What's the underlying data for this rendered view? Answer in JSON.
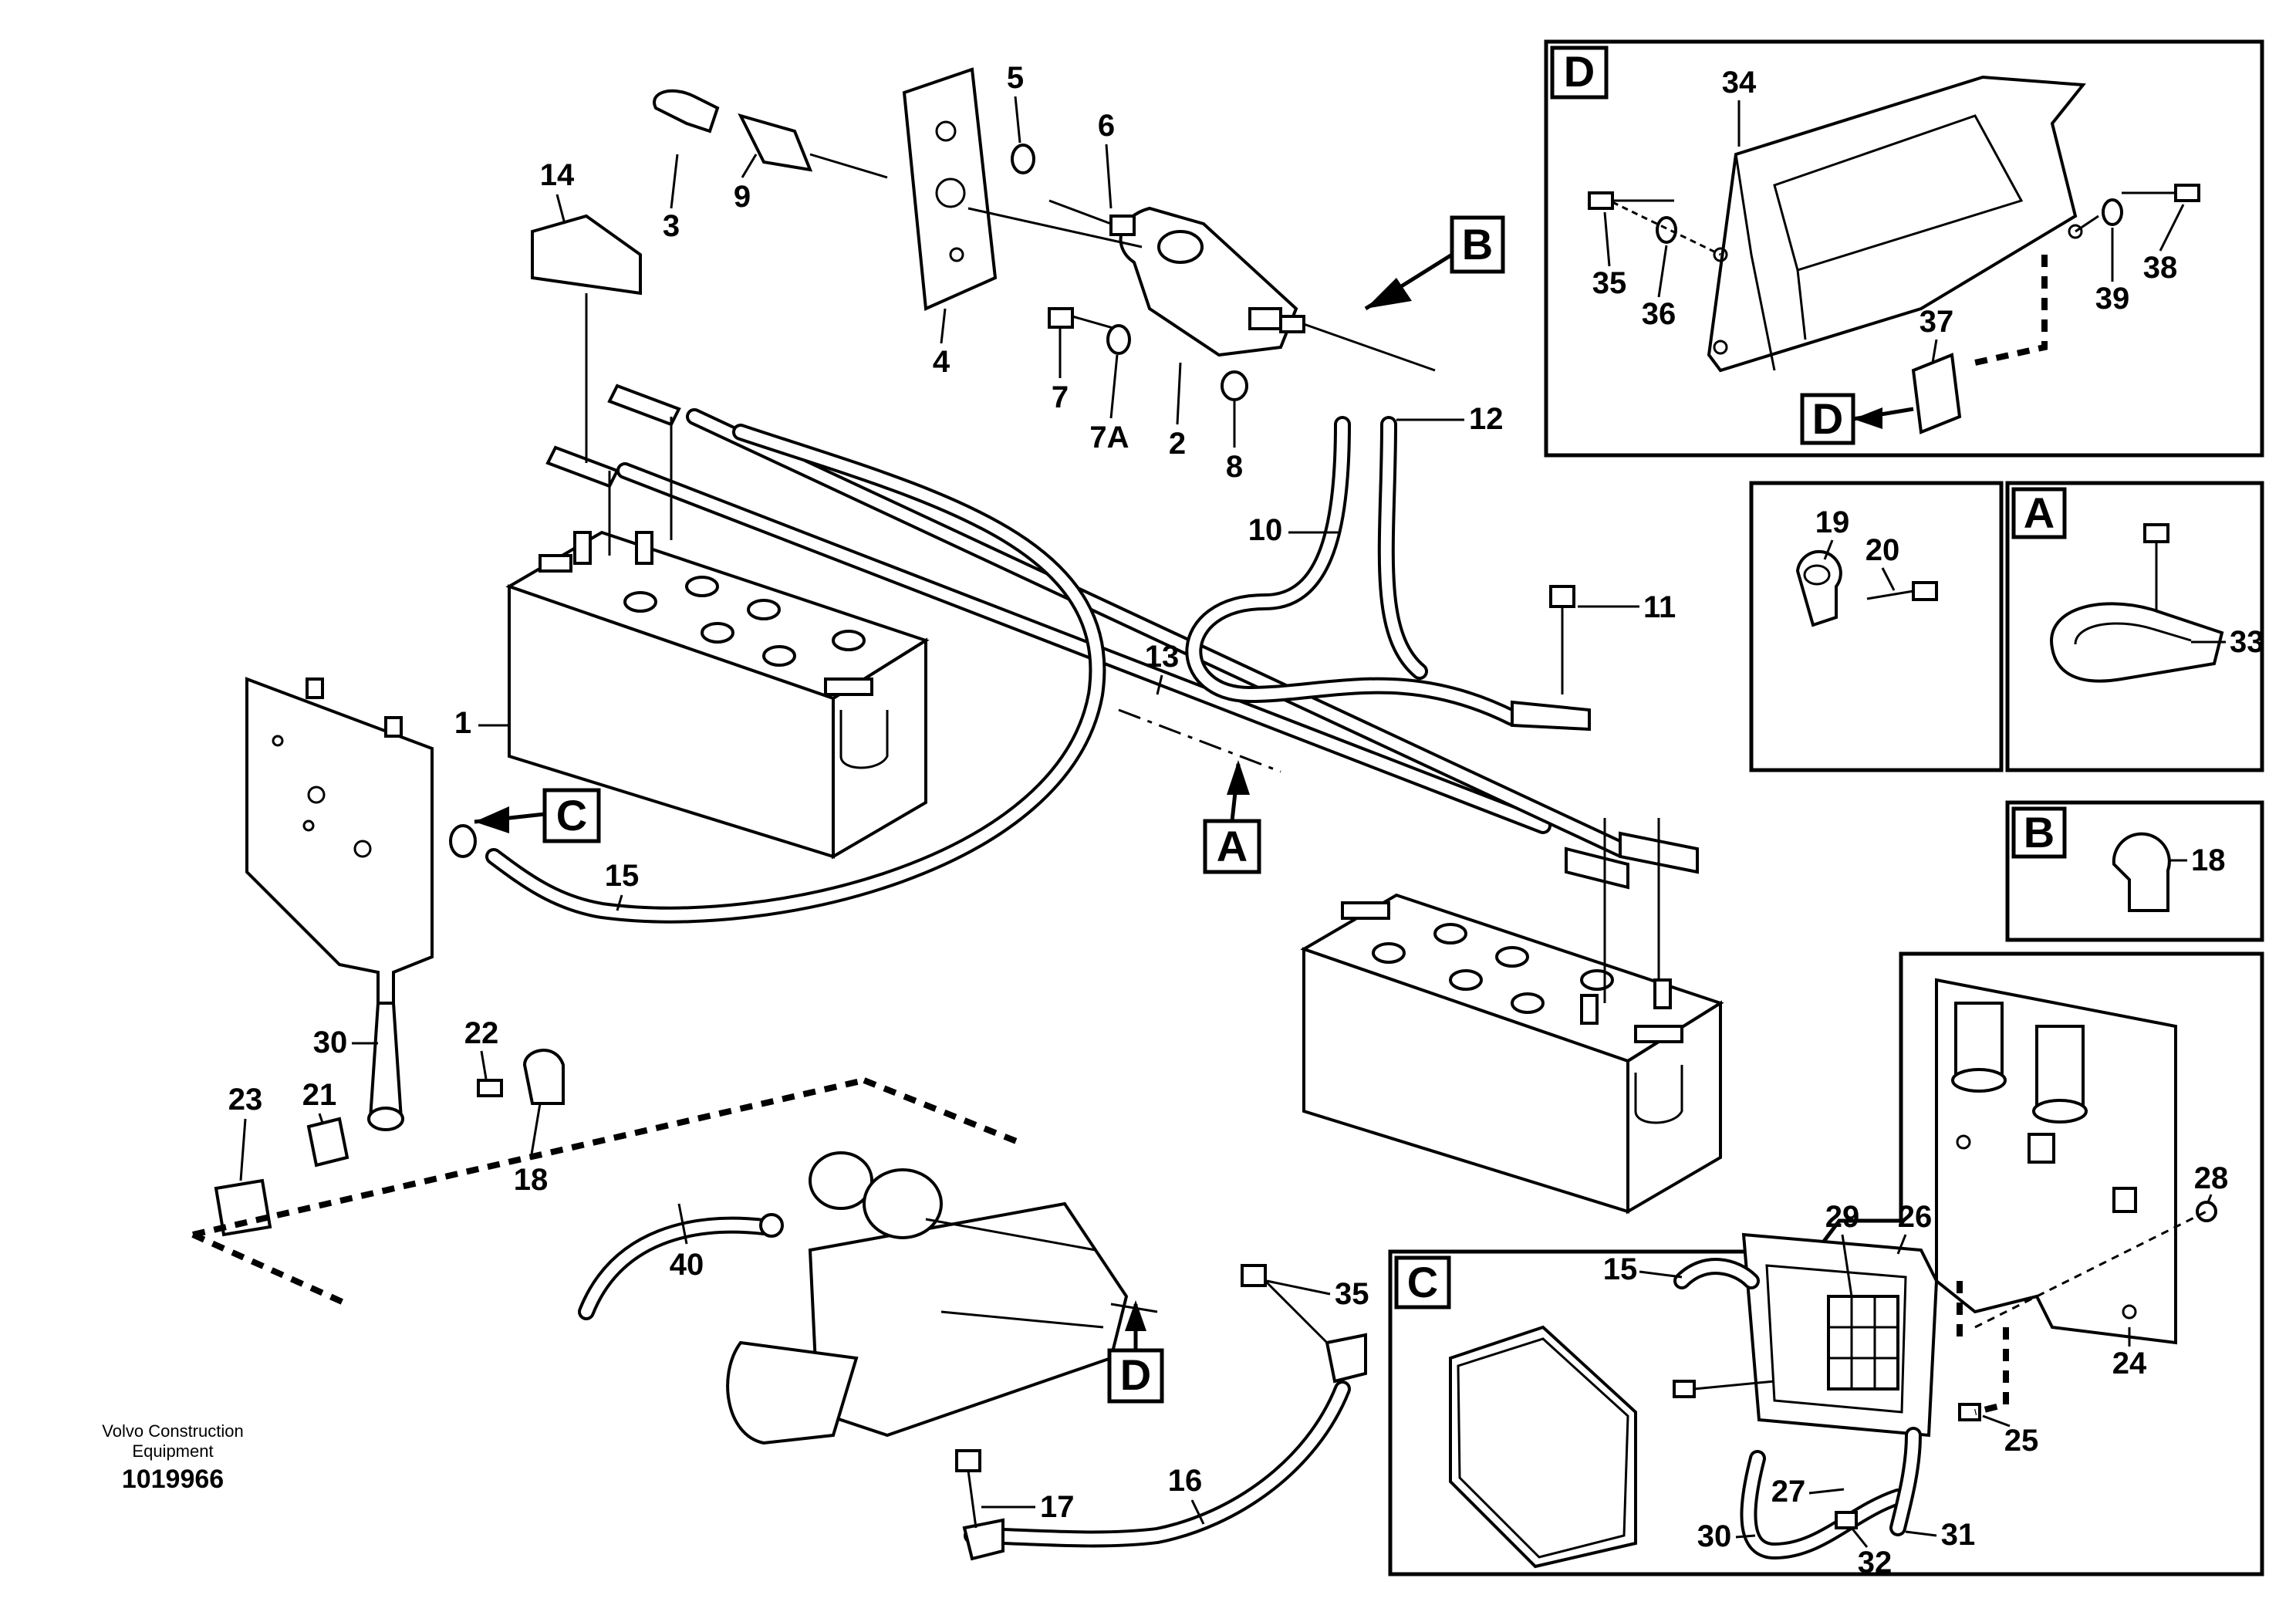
{
  "callouts": {
    "p1": "1",
    "p2": "2",
    "p3": "3",
    "p4": "4",
    "p5": "5",
    "p6": "6",
    "p7": "7",
    "p7a": "7A",
    "p8": "8",
    "p9": "9",
    "p10": "10",
    "p11": "11",
    "p12": "12",
    "p13": "13",
    "p14": "14",
    "p15": "15",
    "p15c": "15",
    "p16": "16",
    "p17": "17",
    "p18": "18",
    "p18b": "18",
    "p19": "19",
    "p20": "20",
    "p21": "21",
    "p22": "22",
    "p23": "23",
    "p24": "24",
    "p25": "25",
    "p26": "26",
    "p27": "27",
    "p28": "28",
    "p29": "29",
    "p30": "30",
    "p30c": "30",
    "p31": "31",
    "p32": "32",
    "p33": "33",
    "p34": "34",
    "p35": "35",
    "p35d": "35",
    "p36": "36",
    "p37": "37",
    "p38": "38",
    "p39": "39",
    "p40": "40"
  },
  "view_letters": {
    "a_ref": "A",
    "a_panel": "A",
    "b_ref": "B",
    "b_panel": "B",
    "c_ref": "C",
    "c_panel": "C",
    "d_ref": "D",
    "d_panel": "D",
    "d_inner": "D"
  },
  "footer": {
    "maker_line1": "Volvo Construction",
    "maker_line2": "Equipment",
    "doc_number": "1019966"
  }
}
